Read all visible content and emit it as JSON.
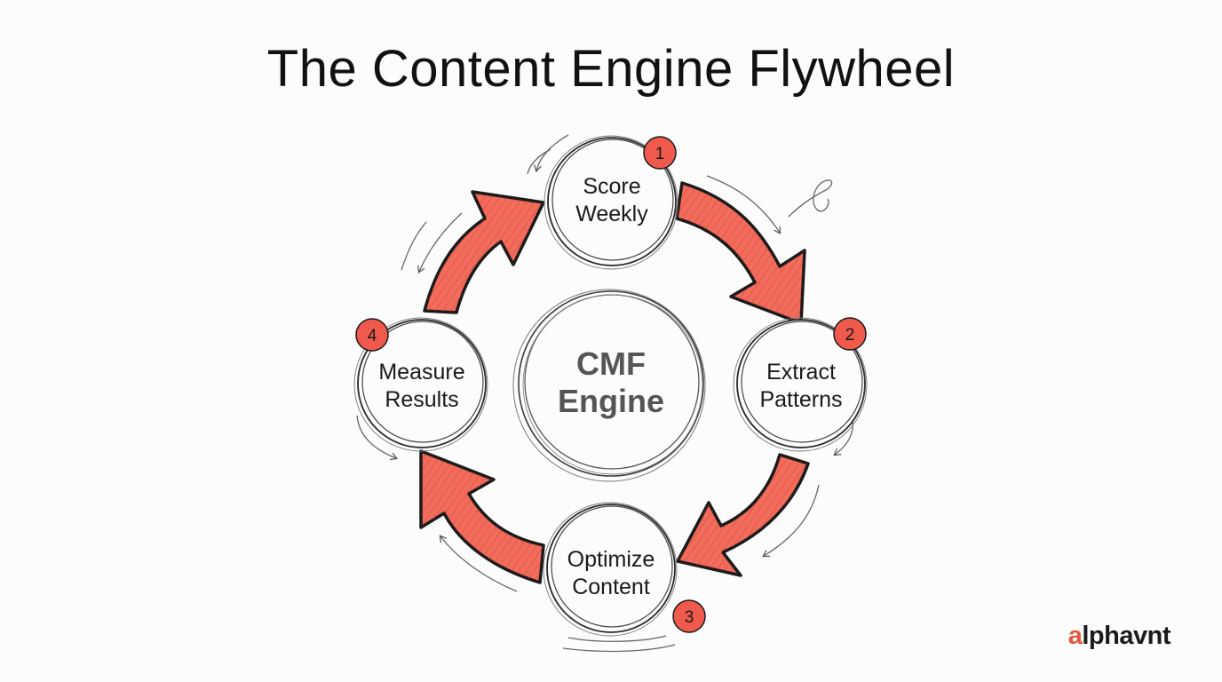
{
  "title": "The Content Engine Flywheel",
  "hub": {
    "line1": "CMF",
    "line2": "Engine"
  },
  "steps": [
    {
      "number": "1",
      "line1": "Score",
      "line2": "Weekly"
    },
    {
      "number": "2",
      "line1": "Extract",
      "line2": "Patterns"
    },
    {
      "number": "3",
      "line1": "Optimize",
      "line2": "Content"
    },
    {
      "number": "4",
      "line1": "Measure",
      "line2": "Results"
    }
  ],
  "logo": {
    "accent": "a",
    "rest": "lphavnt"
  },
  "colors": {
    "accent": "#f26b5b",
    "badge": "#ef5a4c",
    "ink": "#1a1a1a"
  },
  "icons": {
    "arrow": "curved-arrow-icon",
    "sketch": "sketch-arrow-icon"
  }
}
